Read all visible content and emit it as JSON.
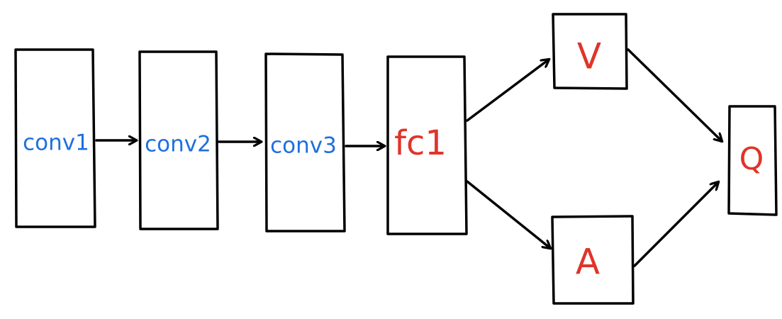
{
  "colors": {
    "conv_label": "#1f6fde",
    "head_label": "#e0342a",
    "stroke": "#000000",
    "background": "#ffffff"
  },
  "nodes": {
    "conv1": {
      "label": "conv1"
    },
    "conv2": {
      "label": "conv2"
    },
    "conv3": {
      "label": "conv3"
    },
    "fc1": {
      "label": "fc1"
    },
    "v": {
      "label": "V"
    },
    "a": {
      "label": "A"
    },
    "q": {
      "label": "Q"
    }
  },
  "edges": [
    {
      "from": "conv1",
      "to": "conv2"
    },
    {
      "from": "conv2",
      "to": "conv3"
    },
    {
      "from": "conv3",
      "to": "fc1"
    },
    {
      "from": "fc1",
      "to": "v"
    },
    {
      "from": "fc1",
      "to": "a"
    },
    {
      "from": "v",
      "to": "q"
    },
    {
      "from": "a",
      "to": "q"
    }
  ]
}
